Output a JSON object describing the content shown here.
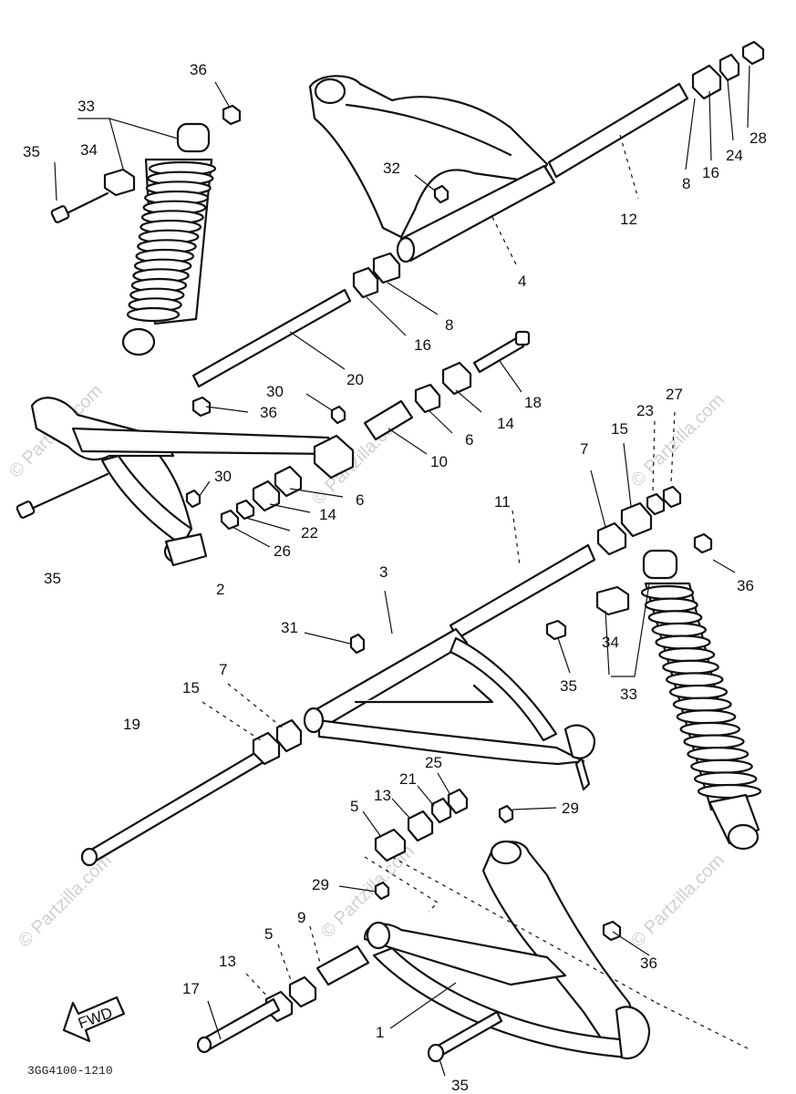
{
  "diagram_code": "3GG4100-1210",
  "watermark": "© Partzilla.com",
  "fwd_label": "FWD",
  "callouts": [
    {
      "id": "c36a",
      "text": "36"
    },
    {
      "id": "c33a",
      "text": "33"
    },
    {
      "id": "c35a",
      "text": "35"
    },
    {
      "id": "c34a",
      "text": "34"
    },
    {
      "id": "c32",
      "text": "32"
    },
    {
      "id": "c4",
      "text": "4"
    },
    {
      "id": "c8a",
      "text": "8"
    },
    {
      "id": "c16a",
      "text": "16"
    },
    {
      "id": "c24",
      "text": "24"
    },
    {
      "id": "c28",
      "text": "28"
    },
    {
      "id": "c12",
      "text": "12"
    },
    {
      "id": "c8b",
      "text": "8"
    },
    {
      "id": "c16b",
      "text": "16"
    },
    {
      "id": "c20",
      "text": "20"
    },
    {
      "id": "c18",
      "text": "18"
    },
    {
      "id": "c30a",
      "text": "30"
    },
    {
      "id": "c36b",
      "text": "36"
    },
    {
      "id": "c14a",
      "text": "14"
    },
    {
      "id": "c6a",
      "text": "6"
    },
    {
      "id": "c10",
      "text": "10"
    },
    {
      "id": "c27",
      "text": "27"
    },
    {
      "id": "c23",
      "text": "23"
    },
    {
      "id": "c15a",
      "text": "15"
    },
    {
      "id": "c7a",
      "text": "7"
    },
    {
      "id": "c30b",
      "text": "30"
    },
    {
      "id": "c6b",
      "text": "6"
    },
    {
      "id": "c14b",
      "text": "14"
    },
    {
      "id": "c22",
      "text": "22"
    },
    {
      "id": "c26",
      "text": "26"
    },
    {
      "id": "c11",
      "text": "11"
    },
    {
      "id": "c35b",
      "text": "35"
    },
    {
      "id": "c2",
      "text": "2"
    },
    {
      "id": "c3",
      "text": "3"
    },
    {
      "id": "c36c",
      "text": "36"
    },
    {
      "id": "c31",
      "text": "31"
    },
    {
      "id": "c34b",
      "text": "34"
    },
    {
      "id": "c35c",
      "text": "35"
    },
    {
      "id": "c33b",
      "text": "33"
    },
    {
      "id": "c7b",
      "text": "7"
    },
    {
      "id": "c15b",
      "text": "15"
    },
    {
      "id": "c19",
      "text": "19"
    },
    {
      "id": "c25",
      "text": "25"
    },
    {
      "id": "c21",
      "text": "21"
    },
    {
      "id": "c13a",
      "text": "13"
    },
    {
      "id": "c5a",
      "text": "5"
    },
    {
      "id": "c29a",
      "text": "29"
    },
    {
      "id": "c29b",
      "text": "29"
    },
    {
      "id": "c5b",
      "text": "5"
    },
    {
      "id": "c9",
      "text": "9"
    },
    {
      "id": "c13b",
      "text": "13"
    },
    {
      "id": "c36d",
      "text": "36"
    },
    {
      "id": "c17",
      "text": "17"
    },
    {
      "id": "c1",
      "text": "1"
    },
    {
      "id": "c35d",
      "text": "35"
    }
  ]
}
